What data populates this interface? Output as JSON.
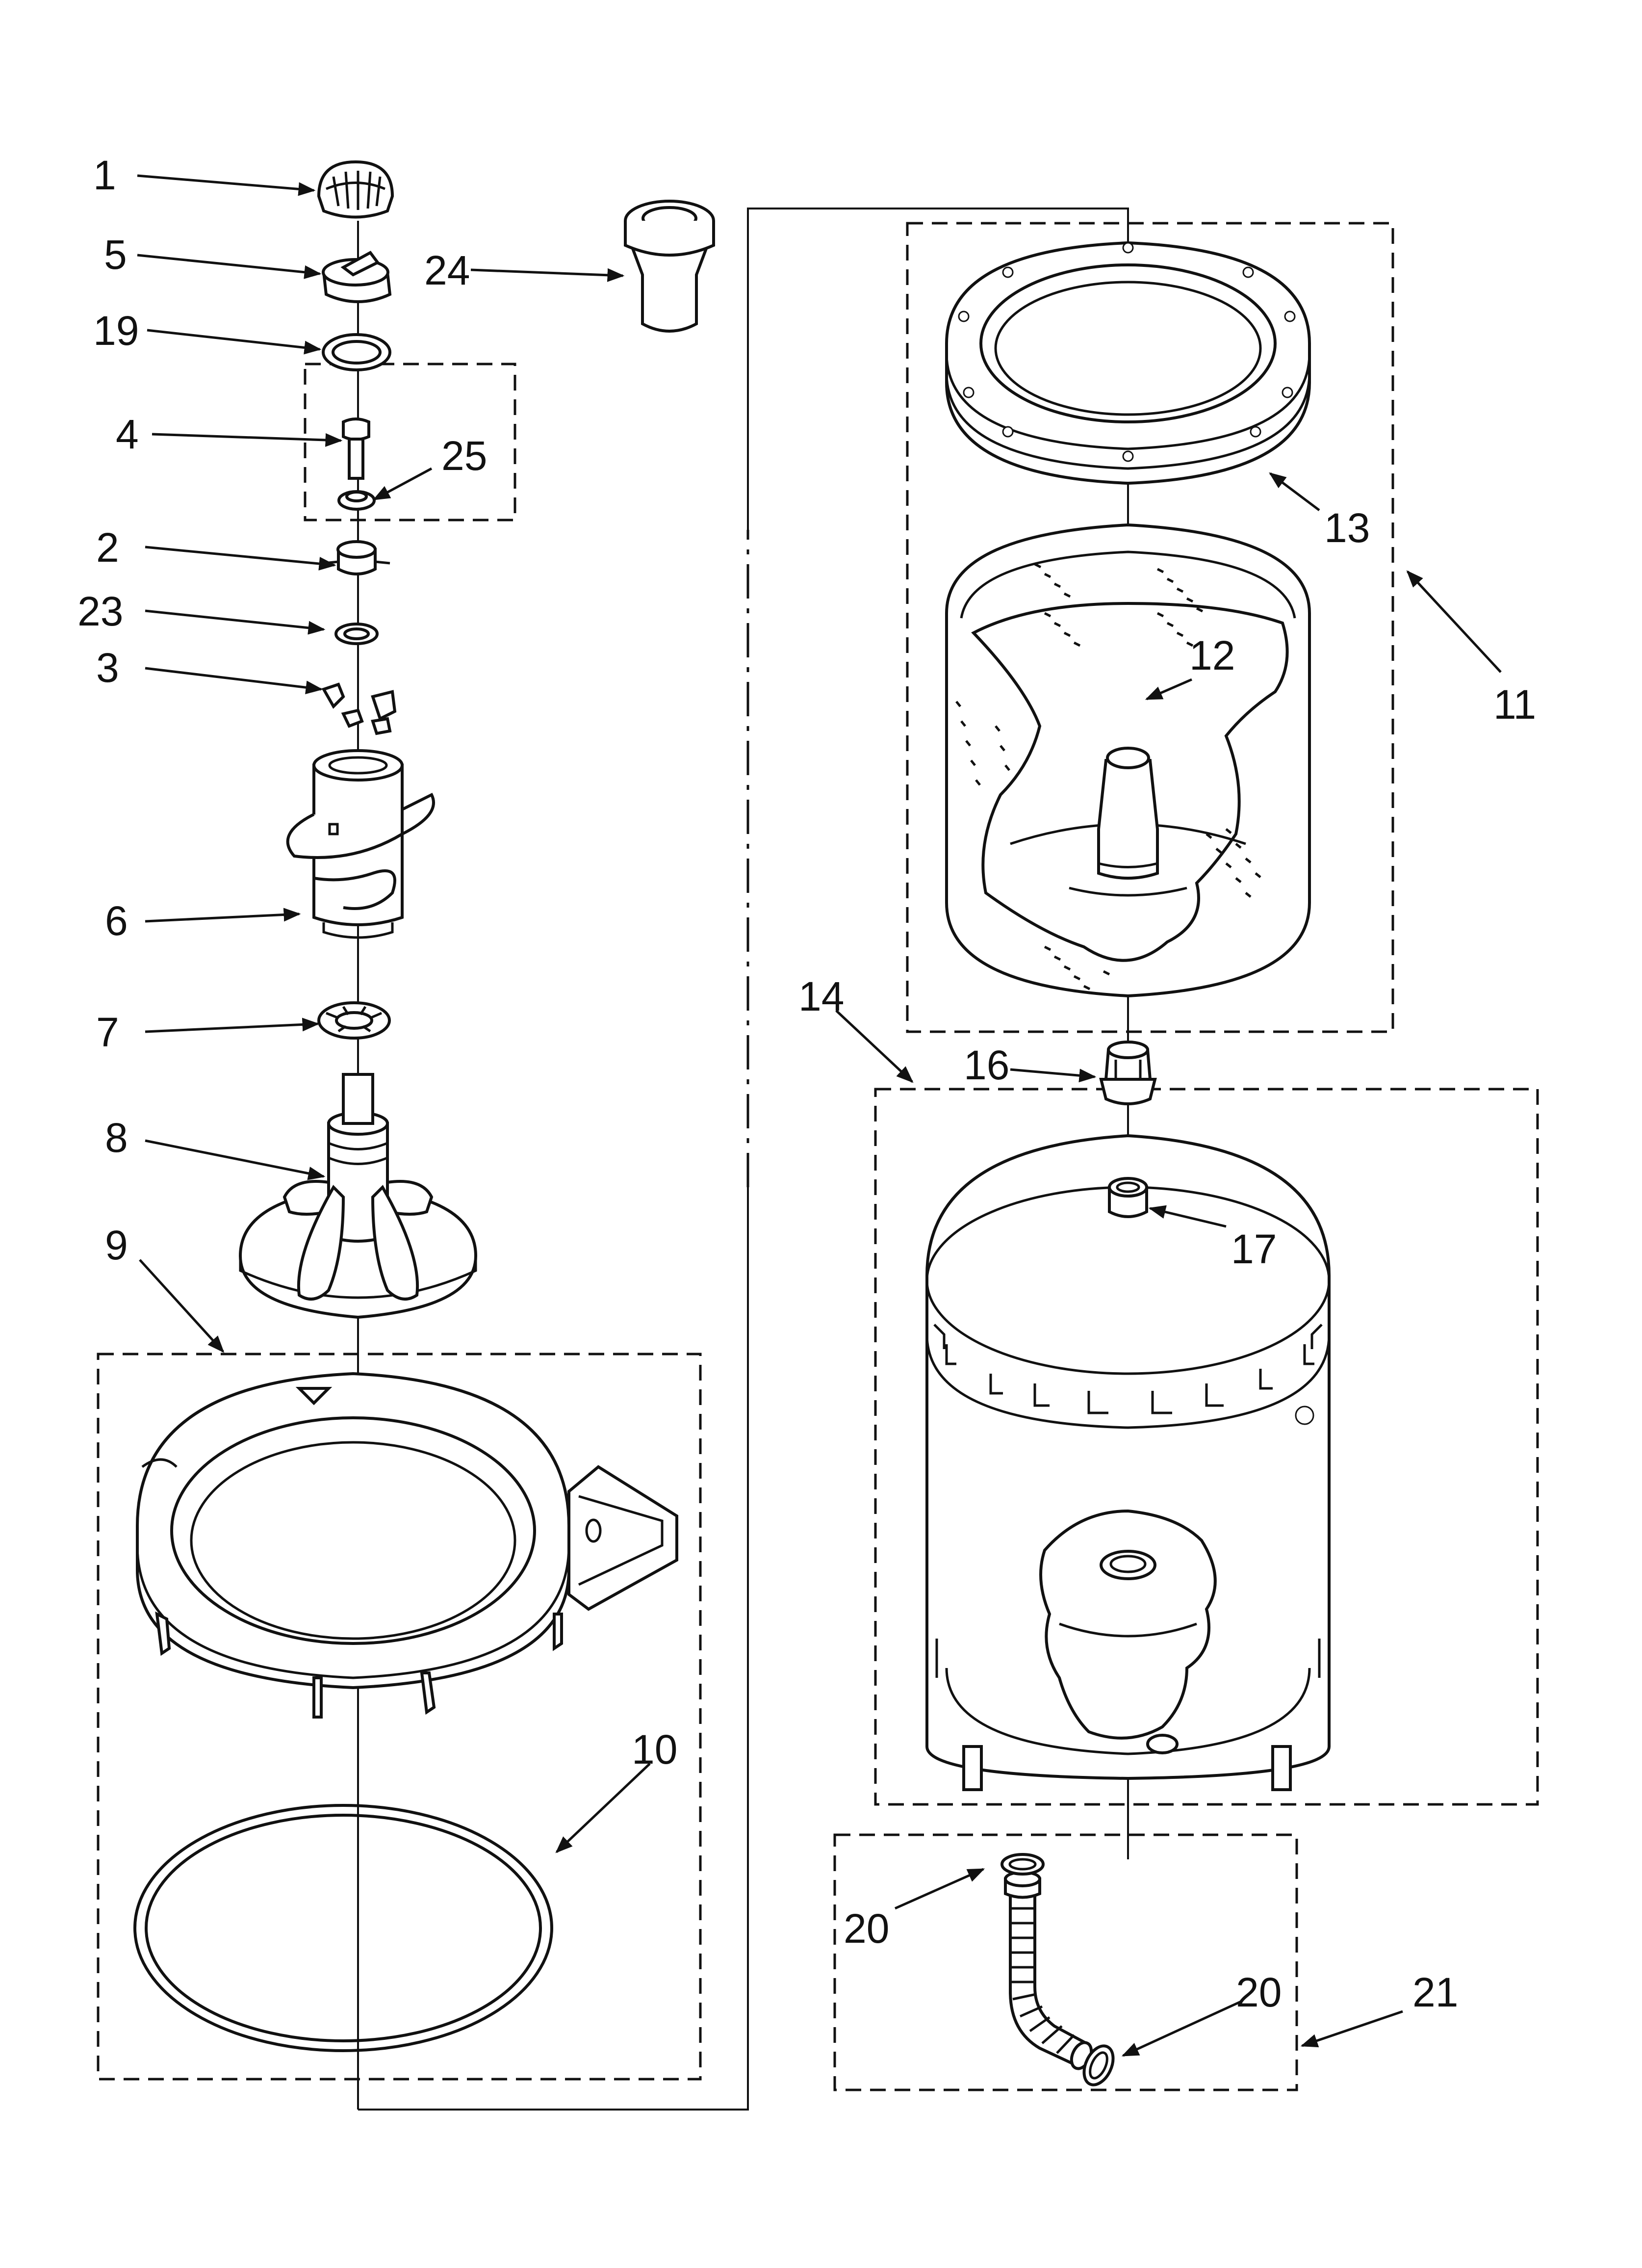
{
  "diagram": {
    "callouts": [
      {
        "id": "c1",
        "text": "1"
      },
      {
        "id": "c5",
        "text": "5"
      },
      {
        "id": "c19",
        "text": "19"
      },
      {
        "id": "c4",
        "text": "4"
      },
      {
        "id": "c25",
        "text": "25"
      },
      {
        "id": "c2",
        "text": "2"
      },
      {
        "id": "c23",
        "text": "23"
      },
      {
        "id": "c3",
        "text": "3"
      },
      {
        "id": "c6",
        "text": "6"
      },
      {
        "id": "c7",
        "text": "7"
      },
      {
        "id": "c8",
        "text": "8"
      },
      {
        "id": "c9",
        "text": "9"
      },
      {
        "id": "c10",
        "text": "10"
      },
      {
        "id": "c24",
        "text": "24"
      },
      {
        "id": "c13",
        "text": "13"
      },
      {
        "id": "c12",
        "text": "12"
      },
      {
        "id": "c11",
        "text": "11"
      },
      {
        "id": "c14",
        "text": "14"
      },
      {
        "id": "c16",
        "text": "16"
      },
      {
        "id": "c17",
        "text": "17"
      },
      {
        "id": "c20a",
        "text": "20"
      },
      {
        "id": "c20b",
        "text": "20"
      },
      {
        "id": "c21",
        "text": "21"
      }
    ]
  }
}
